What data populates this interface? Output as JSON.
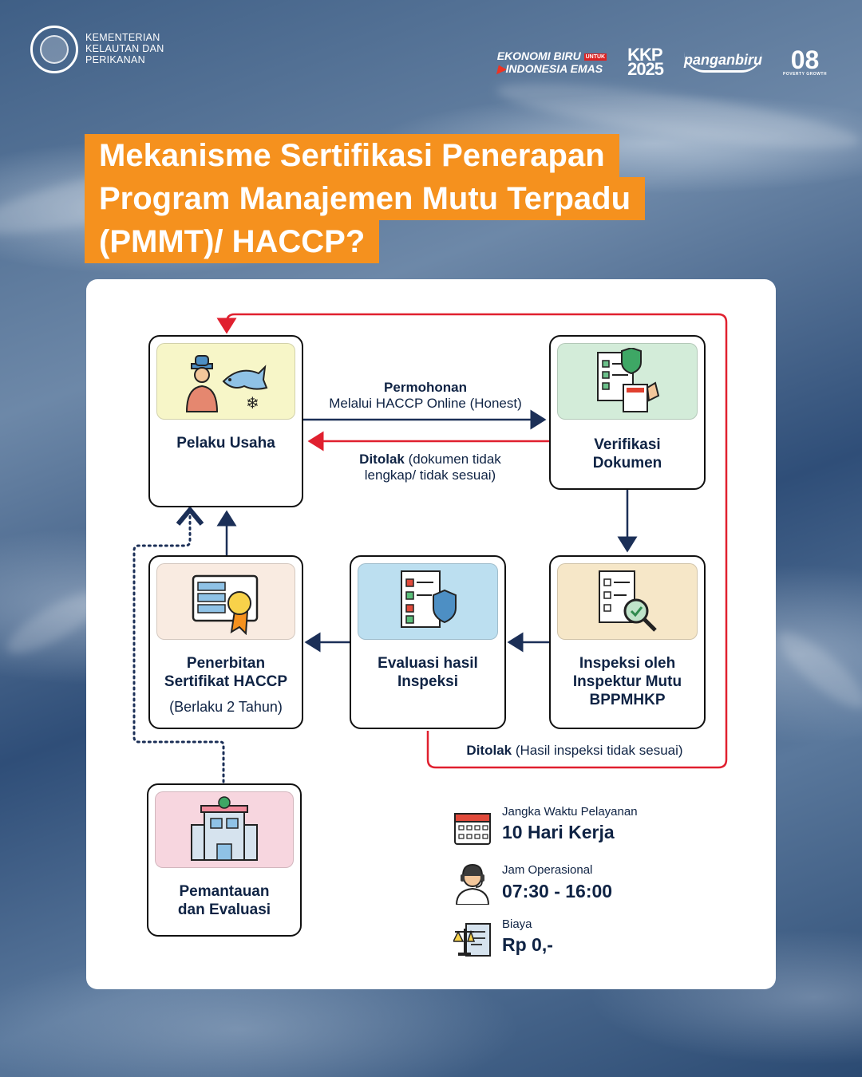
{
  "header": {
    "ministry_lines": [
      "KEMENTERIAN",
      "KELAUTAN DAN",
      "PERIKANAN"
    ],
    "brand_ekonomi_line1": "EKONOMI BIRU",
    "brand_ekonomi_tag": "UNTUK",
    "brand_ekonomi_line2": "INDONESIA EMAS",
    "brand_kkp_top": "KKP",
    "brand_kkp_bottom": "2025",
    "brand_panganbiru": "panganbiru",
    "brand_08": "08",
    "brand_08_sub": "POVERTY GROWTH"
  },
  "title": {
    "line1": "Mekanisme Sertifikasi Penerapan",
    "line2": "Program Manajemen Mutu Terpadu",
    "line3": "(PMMT)/ HACCP?"
  },
  "nodes": {
    "pelaku": "Pelaku Usaha",
    "verifikasi_1": "Verifikasi",
    "verifikasi_2": "Dokumen",
    "inspeksi_1": "Inspeksi oleh",
    "inspeksi_2": "Inspektur Mutu",
    "inspeksi_3": "BPPMHKP",
    "evaluasi_1": "Evaluasi hasil",
    "evaluasi_2": "Inspeksi",
    "penerbitan_1": "Penerbitan",
    "penerbitan_2": "Sertifikat HACCP",
    "penerbitan_sub": "(Berlaku 2 Tahun)",
    "pemantauan_1": "Pemantauan",
    "pemantauan_2": "dan Evaluasi"
  },
  "flows": {
    "permohonan_bold": "Permohonan",
    "permohonan_rest": "Melalui HACCP Online (Honest)",
    "ditolak1_bold": "Ditolak",
    "ditolak1_rest": " (dokumen tidak",
    "ditolak1_line2": "lengkap/ tidak sesuai)",
    "ditolak2_bold": "Ditolak",
    "ditolak2_rest": " (Hasil inspeksi tidak sesuai)"
  },
  "info": {
    "waktu_caption": "Jangka Waktu Pelayanan",
    "waktu_value": "10 Hari Kerja",
    "jam_caption": "Jam Operasional",
    "jam_value": "07:30 - 16:00",
    "biaya_caption": "Biaya",
    "biaya_value": "Rp 0,-"
  },
  "colors": {
    "title_bg": "#f5911e",
    "flow_arrow": "#1b2f57",
    "reject_arrow": "#e0202f",
    "art_pelaku": "#f7f6c8",
    "art_verifikasi": "#d3ecd9",
    "art_inspeksi": "#f6e7c8",
    "art_evaluasi": "#bcdff0",
    "art_penerbitan": "#f9ebe1",
    "art_pemantauan": "#f7d6df"
  },
  "icons": [
    "fisherman-fish-icon",
    "document-check-icon",
    "inspection-magnifier-icon",
    "checklist-shield-icon",
    "certificate-icon",
    "building-icon",
    "calendar-icon",
    "headset-operator-icon",
    "scale-document-icon"
  ]
}
